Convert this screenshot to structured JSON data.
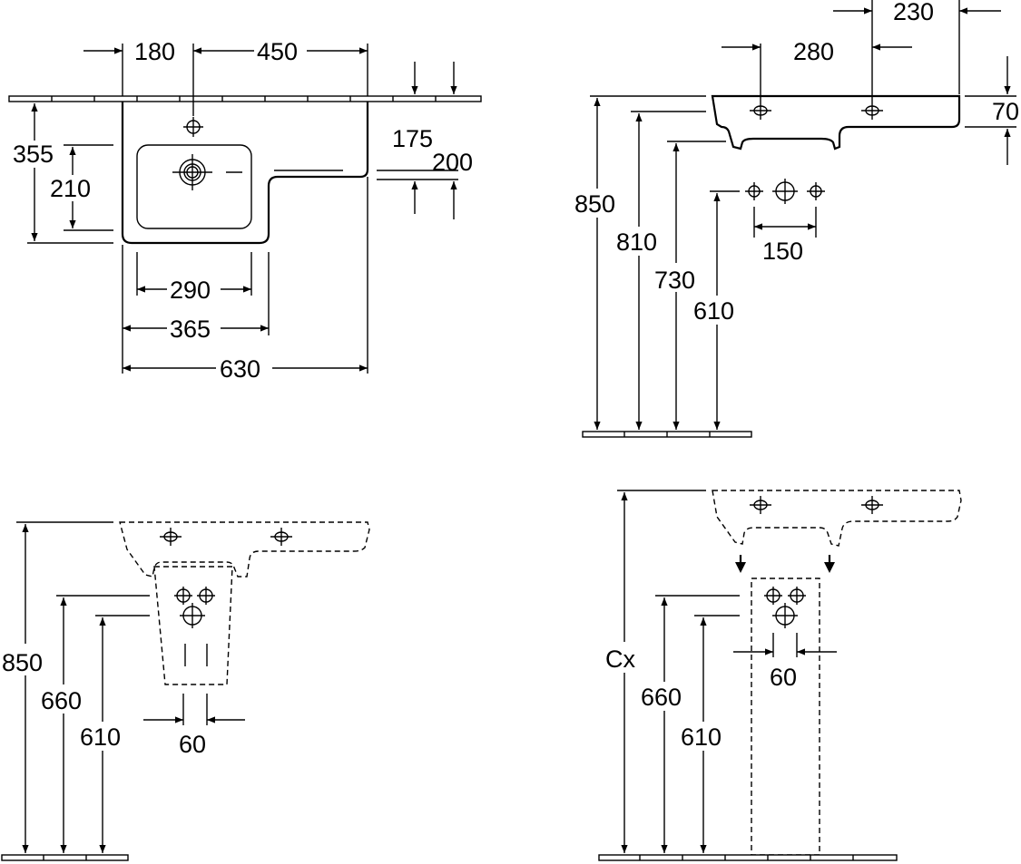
{
  "colors": {
    "line": "#000000",
    "background": "#ffffff"
  },
  "plan": {
    "d180": "180",
    "d450": "450",
    "d355": "355",
    "d210": "210",
    "d175": "175",
    "d200": "200",
    "d290": "290",
    "d365": "365",
    "d630": "630"
  },
  "side": {
    "d230": "230",
    "d280": "280",
    "d70": "70",
    "d850": "850",
    "d810": "810",
    "d730": "730",
    "d610": "610",
    "d150": "150"
  },
  "semi_pedestal": {
    "d850": "850",
    "d660": "660",
    "d610": "610",
    "d60": "60"
  },
  "pedestal": {
    "cx": "Cx",
    "d660": "660",
    "d610": "610",
    "d60": "60"
  }
}
